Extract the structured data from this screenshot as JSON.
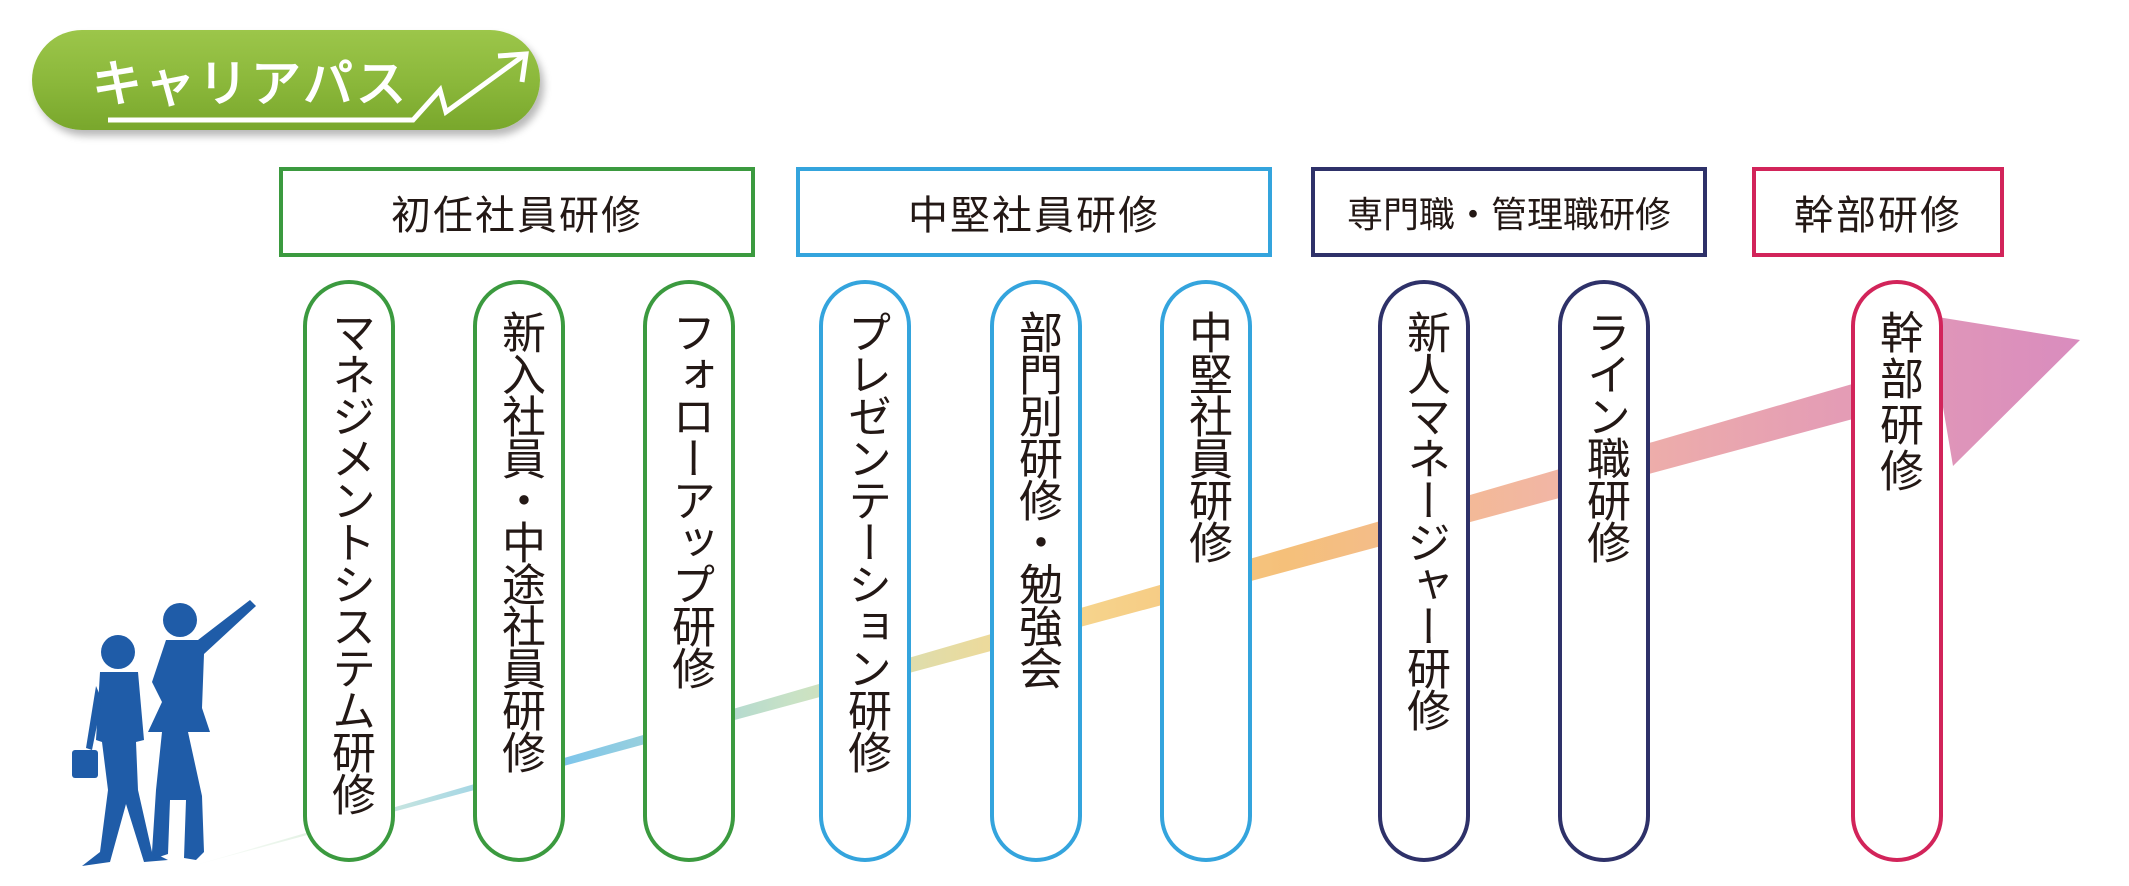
{
  "title": "キャリアパス",
  "colors": {
    "badge_green": "#8ab73a",
    "newcomer_green": "#3b9a3f",
    "midlevel_blue": "#34a4dd",
    "manager_navy": "#2e3169",
    "executive_red": "#d2245a",
    "person_blue": "#1f5ca8"
  },
  "categories": [
    {
      "label": "初任社員研修",
      "color": "#3b9a3f"
    },
    {
      "label": "中堅社員研修",
      "color": "#34a4dd"
    },
    {
      "label": "専門職・管理職研修",
      "color": "#2e3169"
    },
    {
      "label": "幹部研修",
      "color": "#d2245a"
    }
  ],
  "programs": [
    {
      "label": "マネジメントシステム研修"
    },
    {
      "label": "新入社員・中途社員研修"
    },
    {
      "label": "フォローアップ研修"
    },
    {
      "label": "プレゼンテーション研修"
    },
    {
      "label": "部門別研修・勉強会"
    },
    {
      "label": "中堅社員研修"
    },
    {
      "label": "新人マネージャー研修"
    },
    {
      "label": "ライン職研修"
    },
    {
      "label": "幹部研修"
    }
  ],
  "icons": [
    "arrow-up-right-icon",
    "business-people-icon",
    "growth-arrow"
  ]
}
